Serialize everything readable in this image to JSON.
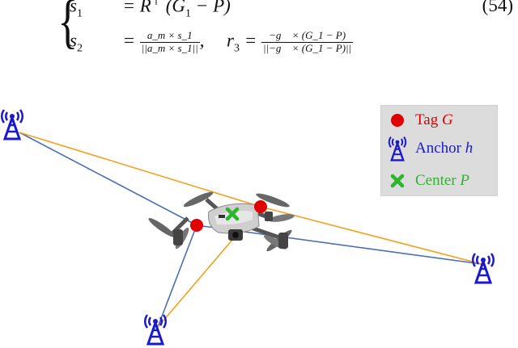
{
  "equation": {
    "row1_lhs": "s",
    "row1_sub": "1",
    "row1_rhs": "= R",
    "row1_sup": "⊤",
    "row1_tail": "(G",
    "row1_tail_sub": "1",
    "row1_tail_end": " − P)",
    "row2_lhs": "s",
    "row2_sub": "2",
    "row2_eq": "=",
    "row2_num": "a_m × s_1",
    "row2_den": "||a_m × s_1||",
    "row2_comma": ",",
    "row2_r": "r",
    "row2_r_sub": "3",
    "row2_eq2": "=",
    "row2_num2": "−g⃗ × (G_1 − P)",
    "row2_den2": "||−g⃗ × (G_1 − P)||",
    "number": "(54)"
  },
  "legend": {
    "items": [
      {
        "label": "Tag ",
        "symbol": "G",
        "color": "#e00000",
        "marker": "dot"
      },
      {
        "label": "Anchor ",
        "symbol": "h",
        "color": "#1a1acc",
        "marker": "antenna"
      },
      {
        "label": "Center ",
        "symbol": "P",
        "color": "#2db52d",
        "marker": "cross"
      }
    ]
  },
  "colors": {
    "blue_line": "#4a6fb5",
    "orange_line": "#f5a020",
    "anchor": "#1a1acc",
    "tag": "#e00000",
    "center": "#2db52d"
  }
}
